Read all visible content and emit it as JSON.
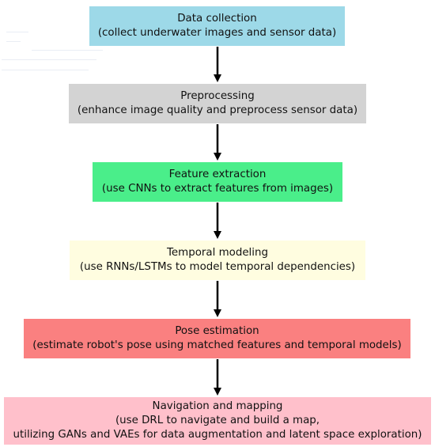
{
  "colors": {
    "arrow": "#000000",
    "text": "#111111"
  },
  "steps": [
    {
      "lines": [
        "Data collection",
        "(collect underwater images and sensor data)"
      ],
      "color": "#9dd9e8"
    },
    {
      "lines": [
        "Preprocessing",
        "(enhance image quality and preprocess sensor data)"
      ],
      "color": "#d3d3d3"
    },
    {
      "lines": [
        "Feature extraction",
        "(use CNNs to extract features from images)"
      ],
      "color": "#4aee8a"
    },
    {
      "lines": [
        "Temporal modeling",
        "(use RNNs/LSTMs to model temporal dependencies)"
      ],
      "color": "#fffde0"
    },
    {
      "lines": [
        "Pose estimation",
        "(estimate robot's pose using matched features and temporal models)"
      ],
      "color": "#fa8080"
    },
    {
      "lines": [
        "Navigation and mapping",
        "(use DRL to navigate and build a map,",
        "utilizing GANs and VAEs for data augmentation and latent space exploration)"
      ],
      "color": "#ffc0cb"
    }
  ]
}
